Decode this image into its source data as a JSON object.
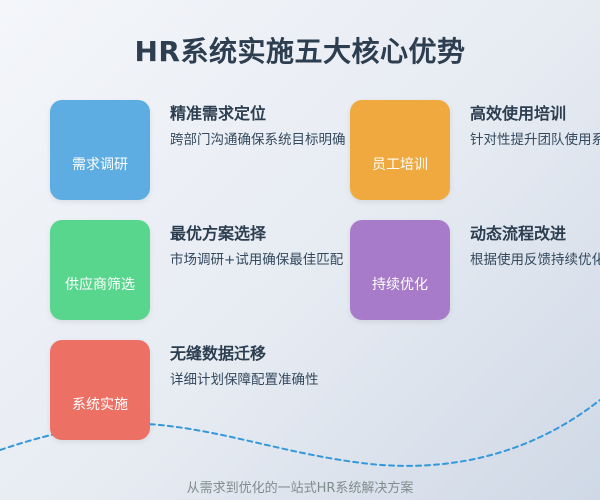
{
  "title": "HR系统实施五大核心优势",
  "footer": "从需求到优化的一站式HR系统解决方案",
  "colors": {
    "blue": "#5dade2",
    "orange": "#f0a93e",
    "green": "#58d68d",
    "purple": "#a77bc9",
    "red": "#ec7063",
    "wave": "#3498db"
  },
  "items": [
    {
      "card_label": "需求调研",
      "icon_glyph": "",
      "icon_name": "search-icon",
      "title": "精准需求定位",
      "desc": "跨部门沟通确保系统目标明确"
    },
    {
      "card_label": "员工培训",
      "icon_glyph": "",
      "icon_name": "team-icon",
      "title": "高效使用培训",
      "desc": "针对性提升团队使用系统能力"
    },
    {
      "card_label": "供应商筛选",
      "icon_glyph": "",
      "icon_name": "vendor-icon",
      "title": "最优方案选择",
      "desc": "市场调研+试用确保最佳匹配"
    },
    {
      "card_label": "持续优化",
      "icon_glyph": "",
      "icon_name": "optimize-icon",
      "title": "动态流程改进",
      "desc": "根据使用反馈持续优化流程"
    },
    {
      "card_label": "系统实施",
      "icon_glyph": "",
      "icon_name": "system-icon",
      "title": "无缝数据迁移",
      "desc": "详细计划保障配置准确性"
    }
  ]
}
